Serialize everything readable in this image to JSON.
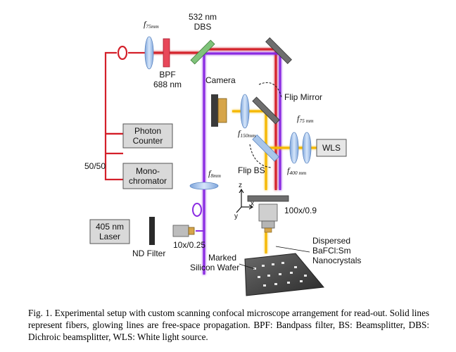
{
  "figure": {
    "labels": {
      "f75_top": "f",
      "f75_top_sub": "75mm",
      "dbs_1": "532 nm",
      "dbs_2": "DBS",
      "bpf_1": "BPF",
      "bpf_2": "688 nm",
      "camera": "Camera",
      "flip_mirror": "Flip Mirror",
      "f150": "f",
      "f150_sub": "150mm",
      "f75_right": "f",
      "f75_right_sub": "75 mm",
      "f400": "f",
      "f400_sub": "400 mm",
      "flip_bs": "Flip BS",
      "wls": "WLS",
      "photon_counter_1": "Photon",
      "photon_counter_2": "Counter",
      "monochromator_1": "Mono-",
      "monochromator_2": "chromator",
      "split": "50/50",
      "f8": "f",
      "f8_sub": "8mm",
      "axis_z": "z",
      "axis_x": "x",
      "axis_y": "y",
      "objective": "100x/0.9",
      "laser_1": "405 nm",
      "laser_2": "Laser",
      "nd_filter": "ND Filter",
      "coupler": "10x/0.25",
      "dispersed_1": "Dispersed",
      "dispersed_2": "BaFCl:Sm",
      "dispersed_3": "Nanocrystals",
      "wafer_1": "Marked",
      "wafer_2": "Silicon Wafer"
    },
    "colors": {
      "red_path": "#d4202a",
      "violet_path": "#8a2be2",
      "yellow_path": "#f5b800",
      "lens": "#a9c6ea",
      "mirror": "#6e6e6e",
      "bpf": "#e8485a",
      "dbs": "#7fc37a"
    }
  },
  "caption": {
    "text": "Fig. 1. Experimental setup with custom scanning confocal microscope arrangement for read-out. Solid lines represent fibers, glowing lines are free-space propagation. BPF: Bandpass filter, BS: Beamsplitter, DBS: Dichroic beamsplitter, WLS: White light source."
  }
}
